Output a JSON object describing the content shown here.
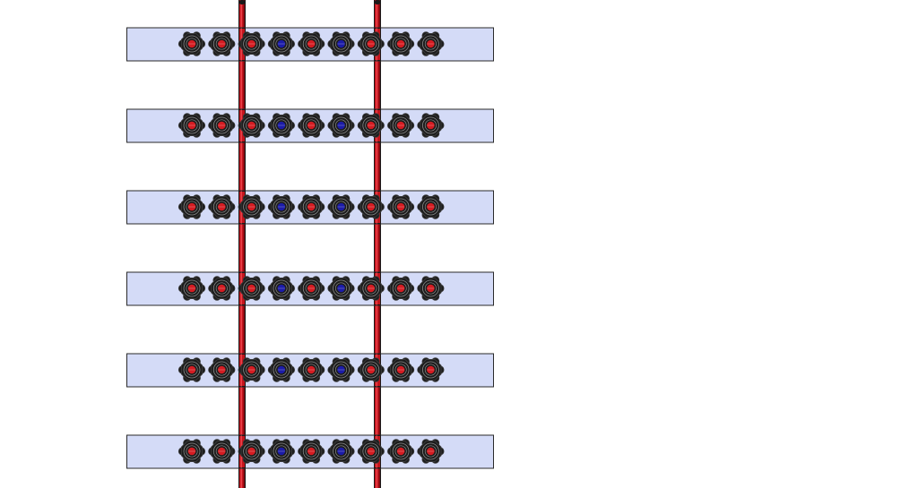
{
  "colors": {
    "background": "#ffffff",
    "rod": "#c4141c",
    "rod_highlight": "#e8424a",
    "rod_shadow": "#7a0a10",
    "rod_outline": "#1a1a1a",
    "panel_fill": "#d4dbf7",
    "panel_border": "#2a2a2a",
    "knob_body": "#1c1c1c",
    "knob_edge": "#3a3a3a",
    "knob_highlight": "#8a8a8a",
    "center_red": "#d41c22",
    "center_blue": "#1c1ca8"
  },
  "rows": [
    {
      "knob_centers": [
        "red",
        "red",
        "red",
        "blue",
        "red",
        "blue",
        "red",
        "red",
        "red"
      ]
    },
    {
      "knob_centers": [
        "red",
        "red",
        "red",
        "blue",
        "red",
        "blue",
        "red",
        "red",
        "red"
      ]
    },
    {
      "knob_centers": [
        "red",
        "red",
        "red",
        "blue",
        "red",
        "blue",
        "red",
        "red",
        "red"
      ]
    },
    {
      "knob_centers": [
        "red",
        "red",
        "red",
        "blue",
        "red",
        "blue",
        "red",
        "red",
        "red"
      ]
    },
    {
      "knob_centers": [
        "red",
        "red",
        "red",
        "blue",
        "red",
        "blue",
        "red",
        "red",
        "red"
      ]
    },
    {
      "knob_centers": [
        "red",
        "red",
        "red",
        "blue",
        "red",
        "blue",
        "red",
        "red",
        "red"
      ]
    }
  ],
  "rods": [
    {
      "name": "left"
    },
    {
      "name": "right"
    }
  ]
}
